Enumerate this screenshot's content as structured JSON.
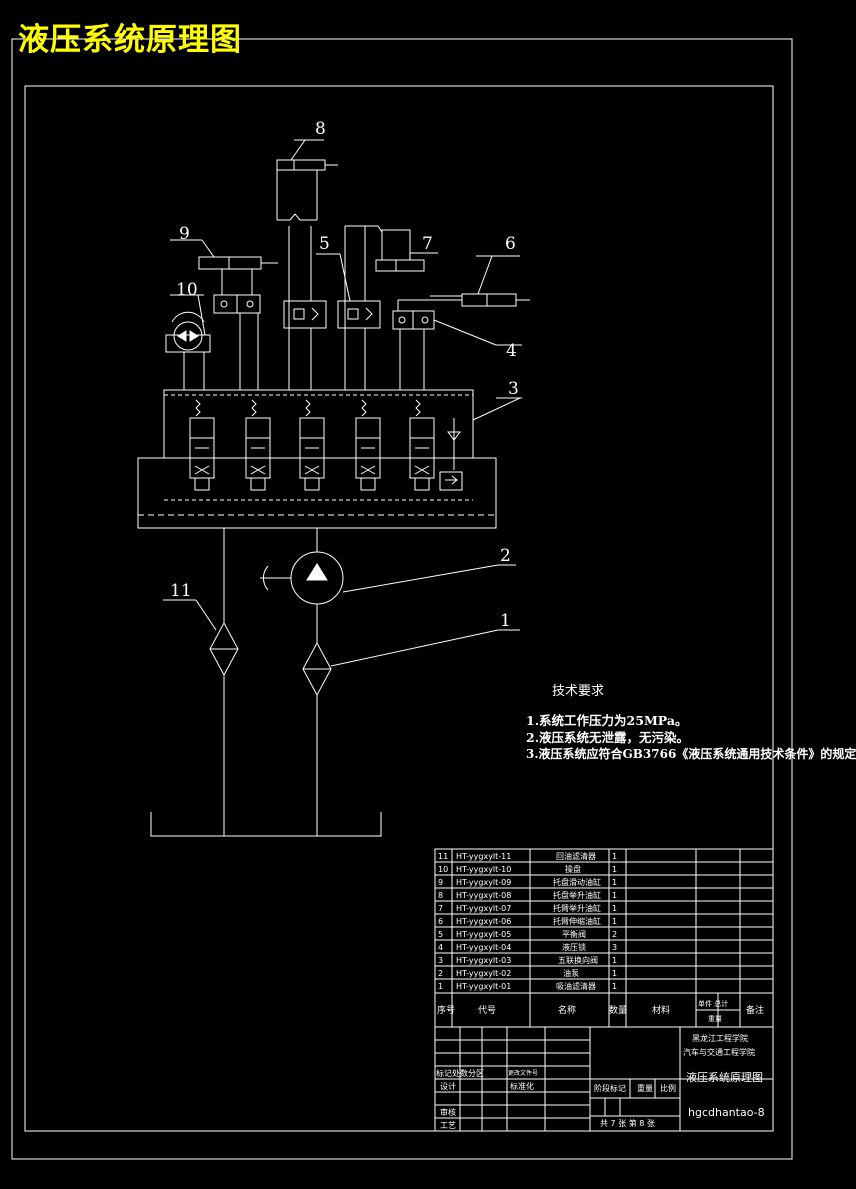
{
  "title": "液压系统原理图",
  "callouts": [
    "1",
    "2",
    "3",
    "4",
    "5",
    "6",
    "7",
    "8",
    "9",
    "10",
    "11"
  ],
  "tech_requirements": {
    "heading": "技术要求",
    "items": [
      "1.系统工作压力为25MPa。",
      "2.液压系统无泄露，无污染。",
      "3.液压系统应符合GB3766《液压系统通用技术条件》的规定"
    ]
  },
  "parts_list": [
    {
      "no": "11",
      "code": "HT-yygxylt-11",
      "name": "回油滤清器",
      "qty": "1"
    },
    {
      "no": "10",
      "code": "HT-yygxylt-10",
      "name": "操盘",
      "qty": "1"
    },
    {
      "no": "9",
      "code": "HT-yygxylt-09",
      "name": "托盘滑动油缸",
      "qty": "1"
    },
    {
      "no": "8",
      "code": "HT-yygxylt-08",
      "name": "托盘举升油缸",
      "qty": "1"
    },
    {
      "no": "7",
      "code": "HT-yygxylt-07",
      "name": "托臂举升油缸",
      "qty": "1"
    },
    {
      "no": "6",
      "code": "HT-yygxylt-06",
      "name": "托臂伸缩油缸",
      "qty": "1"
    },
    {
      "no": "5",
      "code": "HT-yygxylt-05",
      "name": "平衡阀",
      "qty": "2"
    },
    {
      "no": "4",
      "code": "HT-yygxylt-04",
      "name": "液压锁",
      "qty": "3"
    },
    {
      "no": "3",
      "code": "HT-yygxylt-03",
      "name": "五联换向阀",
      "qty": "1"
    },
    {
      "no": "2",
      "code": "HT-yygxylt-02",
      "name": "油泵",
      "qty": "1"
    },
    {
      "no": "1",
      "code": "HT-yygxylt-01",
      "name": "吸油滤清器",
      "qty": "1"
    }
  ],
  "parts_header": {
    "no": "序号",
    "code": "代号",
    "name": "名称",
    "qty": "数量",
    "material": "材料",
    "unit_weight": "单件 总计",
    "weight": "重量",
    "remark": "备注"
  },
  "title_block": {
    "institution_1": "黑龙江工程学院",
    "institution_2": "汽车与交通工程学院",
    "drawing_name": "液压系统原理图",
    "drawing_code": "hgcdhantao-8",
    "marks_row": "标记处数分区",
    "marks_row_small": "更改文件号",
    "design": "设计",
    "standardize": "标准化",
    "review": "审核",
    "process": "工艺",
    "stage_mark": "阶段标记",
    "weight": "重量",
    "scale": "比例",
    "sheets": "共 7 张   第 8 张"
  },
  "colors": {
    "frame": "#ffffff",
    "title": "#ffff00",
    "background": "#000000"
  }
}
